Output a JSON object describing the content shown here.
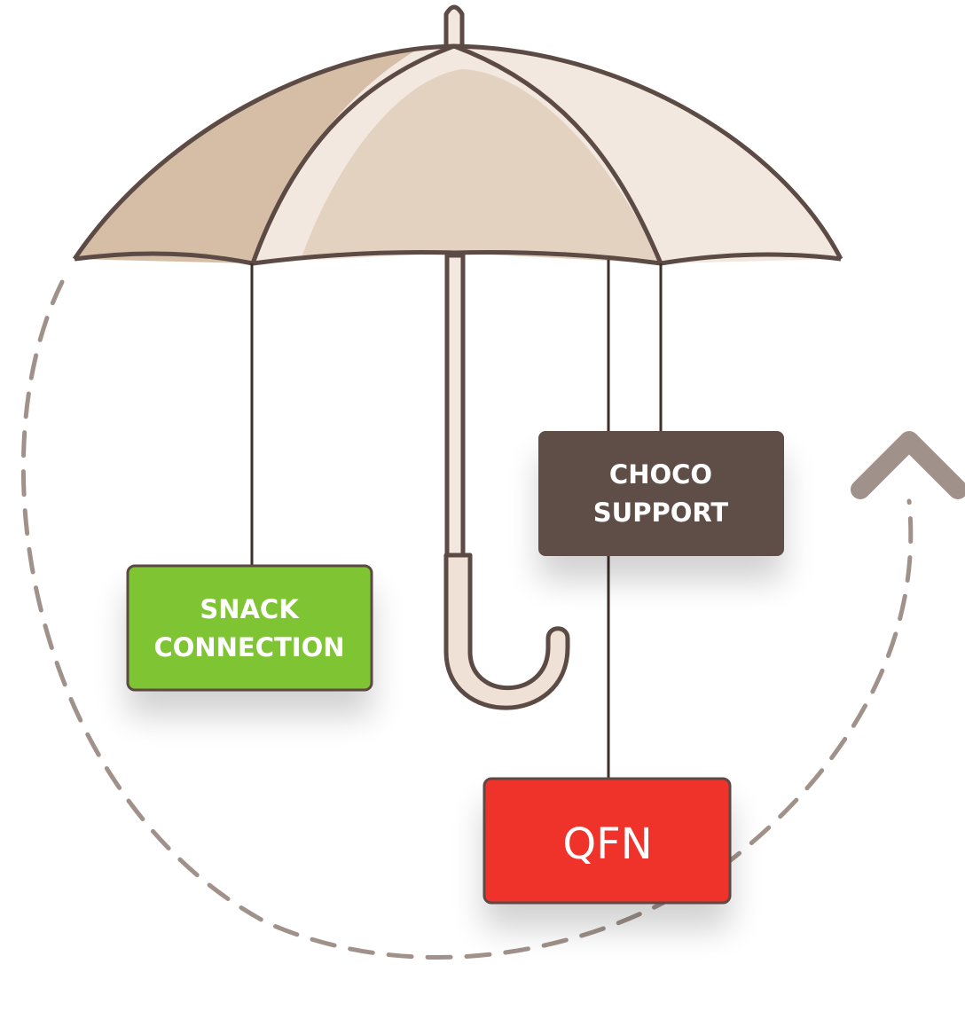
{
  "diagram": {
    "labels": {
      "snack": {
        "line1": "SNACK",
        "line2": "CONNECTION"
      },
      "choco": {
        "line1": "CHOCO",
        "line2": "SUPPORT"
      },
      "qfn": {
        "line1": "QFN"
      }
    },
    "colors": {
      "snack_box": "#7fc431",
      "choco_box": "#5f4e47",
      "qfn_box": "#ef312c",
      "outline": "#5c4a44",
      "canopy_light": "#f2e8df",
      "canopy_mid": "#e4d2c0",
      "canopy_dark": "#d6bea6",
      "dashed_cycle": "#a0918a",
      "arrow": "#a0918a",
      "handle": "#efe1d5"
    },
    "icons": {
      "umbrella": "umbrella-icon",
      "cycle": "dashed-cycle-arrow",
      "arrowhead": "chevron-up-icon"
    }
  }
}
